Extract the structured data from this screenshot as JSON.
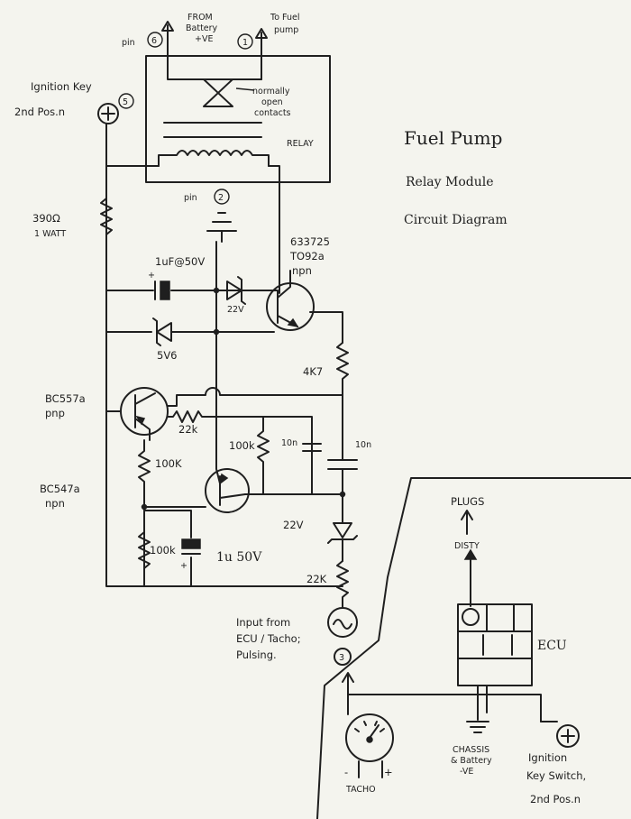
{
  "title": {
    "line1": "Fuel Pump",
    "line2": "Relay Module",
    "line3": "Circuit Diagram"
  },
  "pins": {
    "pin6": "pin",
    "pin6_num": "6",
    "pin1_num": "1",
    "pin5_num": "5",
    "pin2": "pin",
    "pin2_num": "2",
    "pin3_num": "3"
  },
  "labels": {
    "from_battery_1": "FROM",
    "from_battery_2": "Battery",
    "from_battery_3": "+VE",
    "to_fuel_1": "To Fuel",
    "to_fuel_2": "pump",
    "ign_key_1": "Ignition Key",
    "ign_key_2": "2nd Pos.n",
    "contacts_1": "normally",
    "contacts_2": "open",
    "contacts_3": "contacts",
    "relay": "RELAY",
    "r390_1": "390Ω",
    "r390_2": "1 WATT",
    "cap1": "1uF@50V",
    "cap1_plus": "+",
    "q1_1": "633725",
    "q1_2": "TO92a",
    "q1_3": "npn",
    "z22_top": "22V",
    "z5v6": "5V6",
    "r4k7": "4K7",
    "bc557_1": "BC557a",
    "bc557_2": "pnp",
    "r22k_a": "22k",
    "r100k_a": "100k",
    "c10n_a": "10n",
    "c10n_b": "10n",
    "r100k_b": "100K",
    "bc547_1": "BC547a",
    "bc547_2": "npn",
    "z22_bot": "22V",
    "r100k_c": "100k",
    "cap2": "1u 50V",
    "cap2_plus": "+",
    "r22k_b": "22K",
    "input_1": "Input from",
    "input_2": "ECU / Tacho;",
    "input_3": "Pulsing.",
    "plugs": "PLUGS",
    "disty": "DISTY",
    "ecu": "ECU",
    "chassis_1": "CHASSIS",
    "chassis_2": "& Battery",
    "chassis_3": "-VE",
    "tacho": "TACHO",
    "tacho_minus": "-",
    "tacho_plus": "+",
    "ign_sw_1": "Ignition",
    "ign_sw_2": "Key Switch,",
    "ign_sw_3": "2nd Pos.n"
  }
}
